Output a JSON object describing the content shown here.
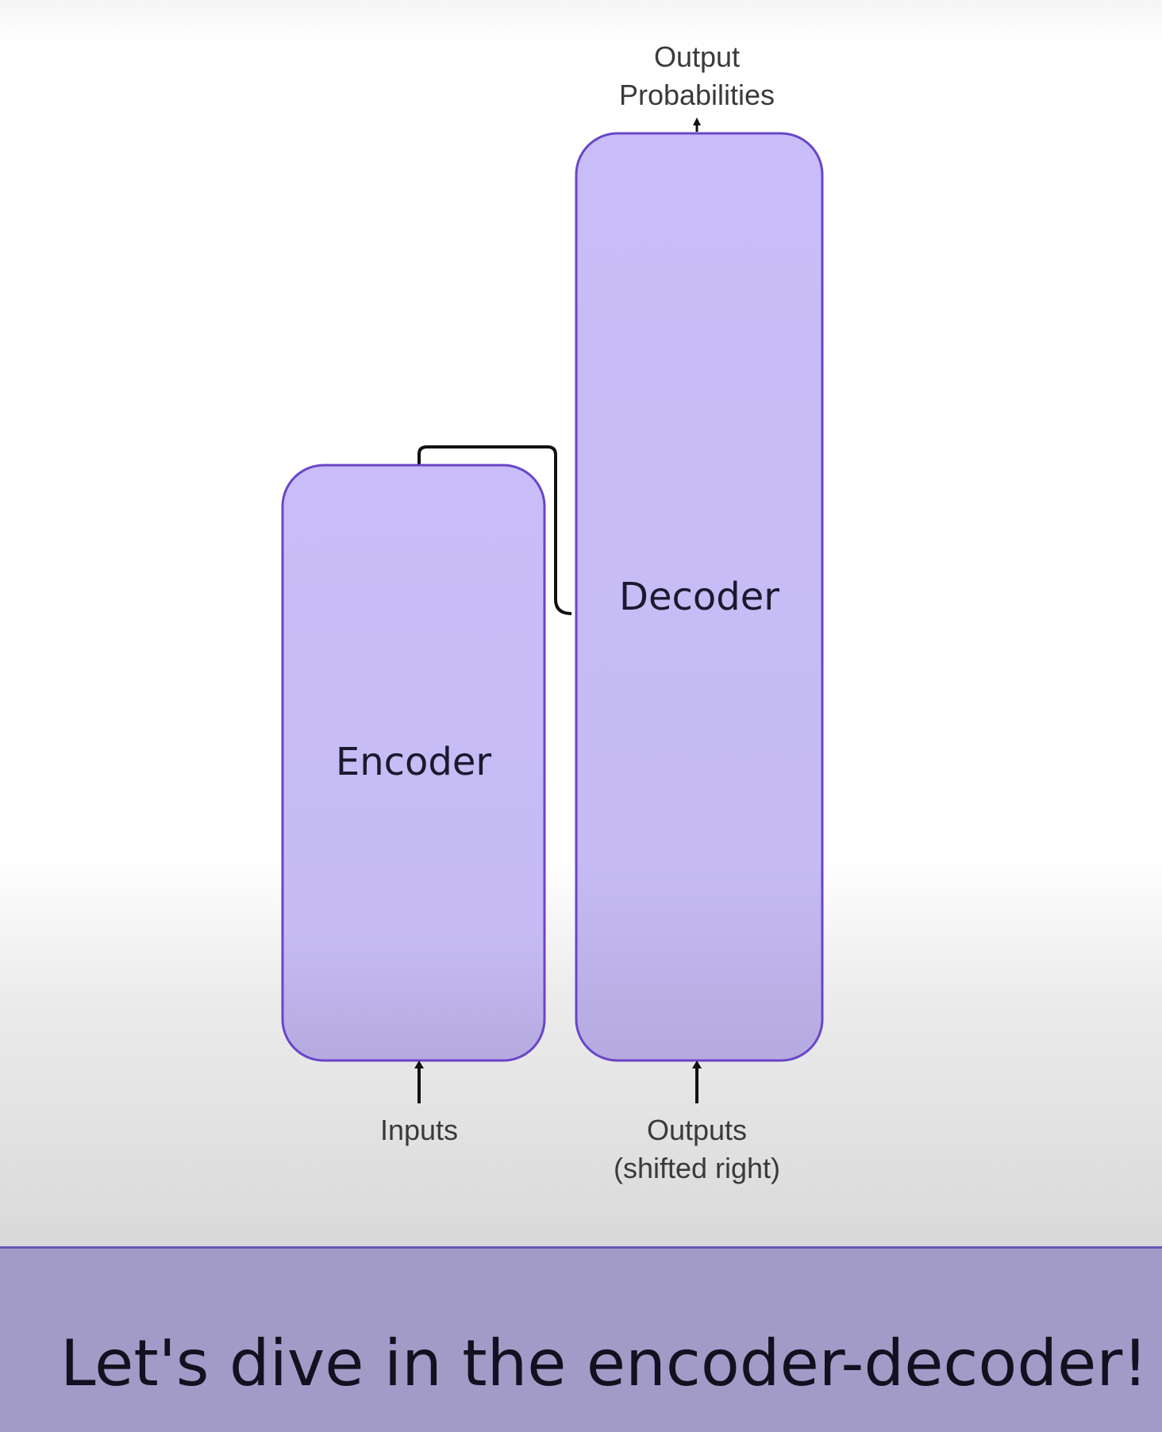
{
  "diagram": {
    "output_label": "Output\nProbabilities",
    "encoder_label": "Encoder",
    "decoder_label": "Decoder",
    "inputs_label": "Inputs",
    "outputs_label": "Outputs\n(shifted right)",
    "block_fill": "#c8bdf8",
    "block_border": "#6a45c8"
  },
  "caption": {
    "text": "Let's dive in the encoder-decoder!",
    "bar_color": "#a29ac7"
  }
}
